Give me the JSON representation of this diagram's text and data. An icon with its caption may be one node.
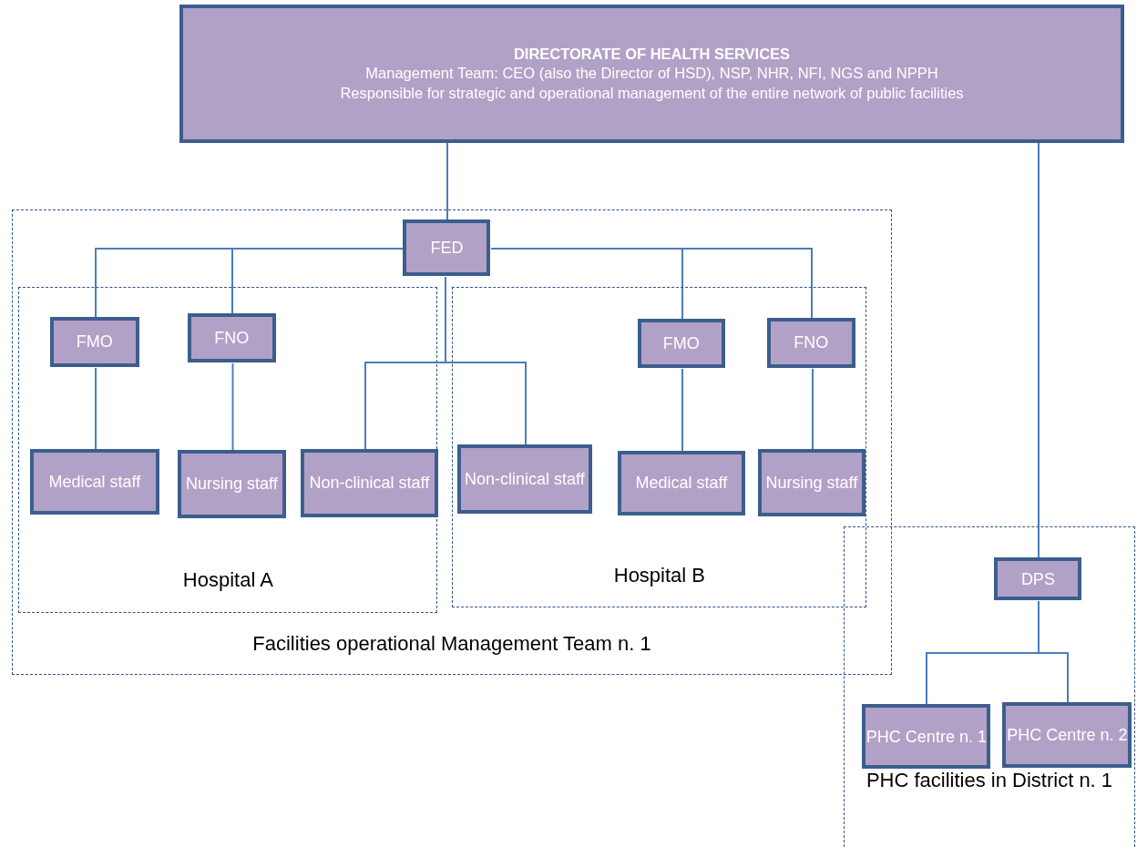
{
  "diagram": {
    "nodes": [
      {
        "text": [
          "DIRECTORATE OF HEALTH SERVICES",
          "Management Team: CEO (also the Director of HSD), NSP, NHR, NFI, NGS and NPPH",
          "Responsible for strategic and operational management of the entire network of public facilities"
        ]
      },
      {
        "text": [
          "Facilities operational Management Team n. 1"
        ]
      },
      {
        "text": [
          "FED"
        ],
        "in": 1
      },
      {
        "text": [
          "Hospital A"
        ],
        "in": 1
      },
      {
        "text": [
          "FMO"
        ],
        "in": 3
      },
      {
        "text": [
          "FNO"
        ],
        "in": 3
      },
      {
        "text": [
          "Medical staff"
        ],
        "in": 3
      },
      {
        "text": [
          "Nursing staff"
        ],
        "in": 3
      },
      {
        "text": [
          "Non-clinical staff"
        ],
        "in": 3
      },
      {
        "text": [
          "Hospital B"
        ],
        "in": 1
      },
      {
        "text": [
          "Non-clinical staff"
        ],
        "in": 9
      },
      {
        "text": [
          "FMO"
        ],
        "in": 9
      },
      {
        "text": [
          "FNO"
        ],
        "in": 9
      },
      {
        "text": [
          "Medical staff"
        ],
        "in": 9
      },
      {
        "text": [
          "Nursing staff"
        ],
        "in": 9
      },
      {
        "text": [
          "PHC facilities in District n. 1"
        ]
      },
      {
        "text": [
          "DPS"
        ],
        "in": 15
      },
      {
        "text": [
          "PHC Centre n. 1"
        ],
        "in": 15
      },
      {
        "text": [
          "PHC Centre n. 2"
        ],
        "in": 15
      }
    ],
    "edges": [
      {
        "from": 0,
        "to": 2,
        "arrow": "none"
      },
      {
        "from": 0,
        "to": 16,
        "arrow": "none"
      },
      {
        "from": 2,
        "to": 4,
        "arrow": "none"
      },
      {
        "from": 2,
        "to": 5,
        "arrow": "none"
      },
      {
        "from": 2,
        "to": 8,
        "arrow": "none"
      },
      {
        "from": 2,
        "to": 10,
        "arrow": "none"
      },
      {
        "from": 2,
        "to": 11,
        "arrow": "none"
      },
      {
        "from": 2,
        "to": 12,
        "arrow": "none"
      },
      {
        "from": 4,
        "to": 6,
        "arrow": "none"
      },
      {
        "from": 5,
        "to": 7,
        "arrow": "none"
      },
      {
        "from": 11,
        "to": 13,
        "arrow": "none"
      },
      {
        "from": 12,
        "to": 14,
        "arrow": "none"
      },
      {
        "from": 16,
        "to": 17,
        "arrow": "none"
      },
      {
        "from": 16,
        "to": 18,
        "arrow": "none"
      }
    ]
  }
}
